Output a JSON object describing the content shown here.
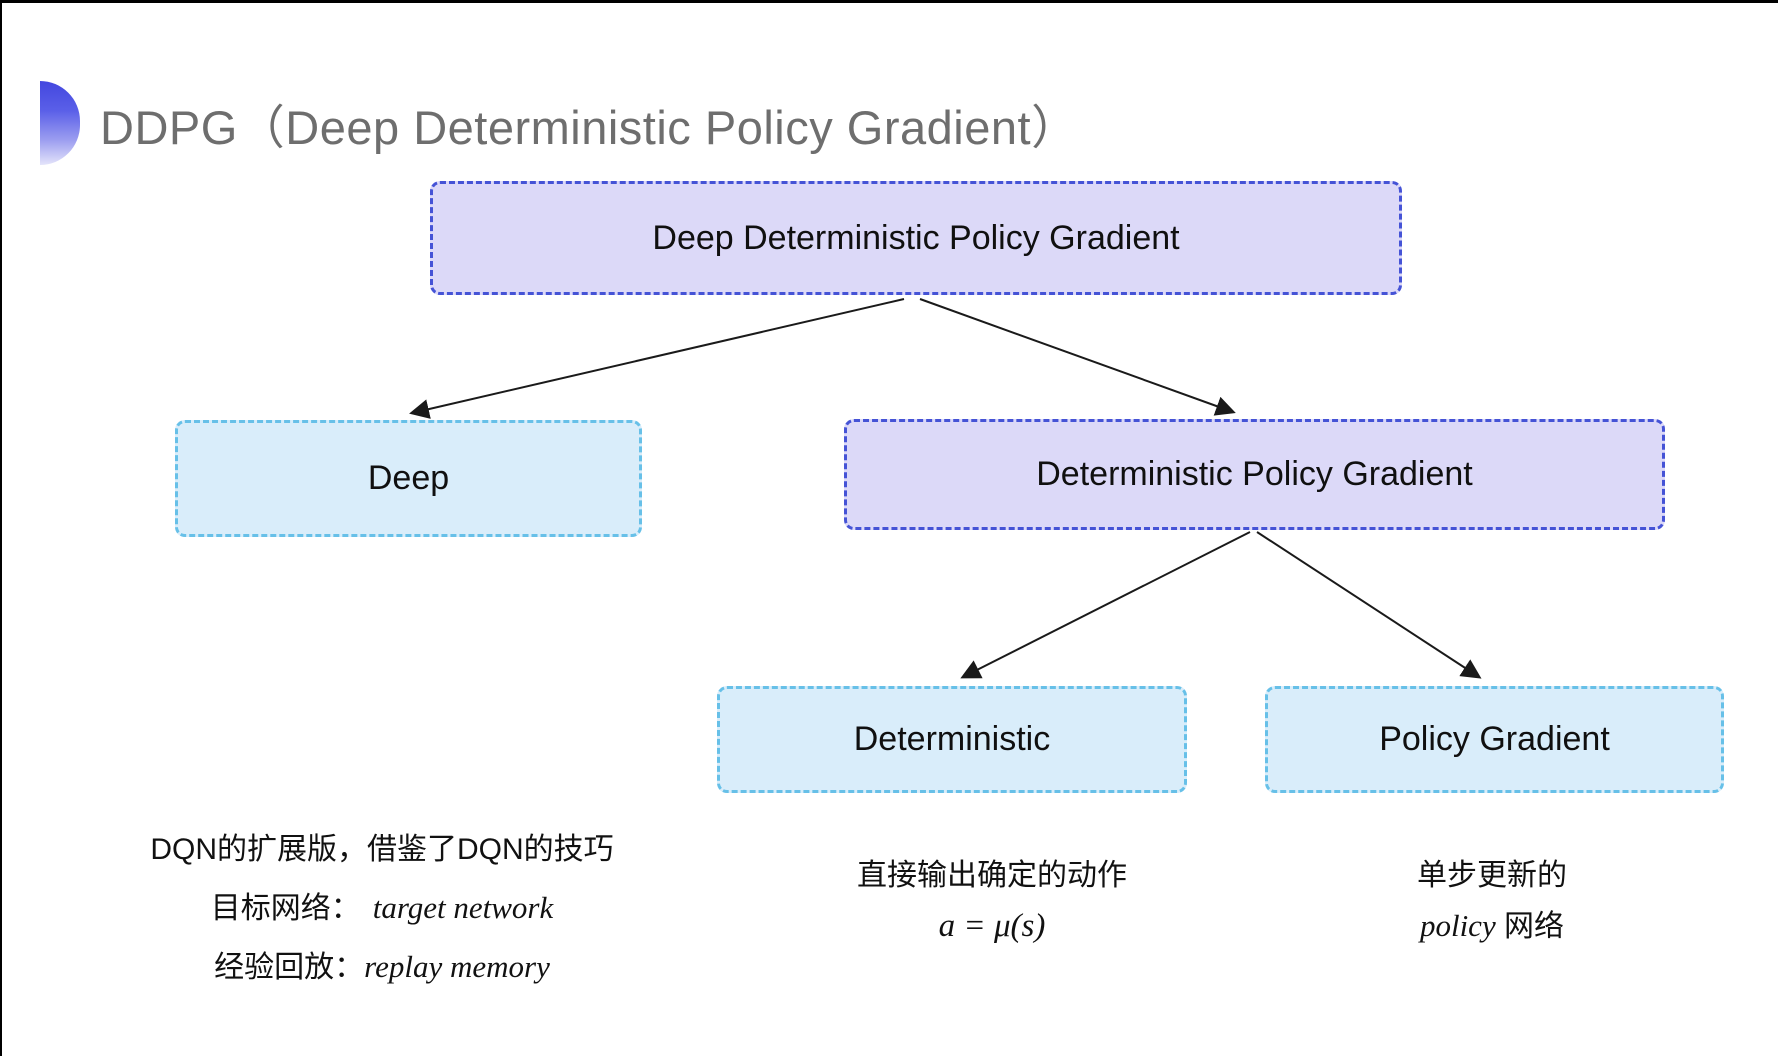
{
  "slide": {
    "title": "DDPG（Deep Deterministic Policy Gradient）"
  },
  "colors": {
    "purple_fill": "#dcd9f8",
    "purple_border": "#4553d6",
    "blue_fill": "#d9edfa",
    "blue_border": "#67c0e8",
    "title_gray": "#6e6e6e",
    "arrow": "#1a1a1a"
  },
  "tree": {
    "root": {
      "label": "Deep Deterministic Policy Gradient"
    },
    "children": [
      {
        "label": "Deep"
      },
      {
        "label": "Deterministic Policy Gradient"
      }
    ],
    "grandchildren": [
      {
        "label": "Deterministic"
      },
      {
        "label": "Policy Gradient"
      }
    ]
  },
  "notes": {
    "deep": {
      "line1": "DQN的扩展版，借鉴了DQN的技巧",
      "target_label": "目标网络：",
      "target_value": "target network",
      "replay_label": "经验回放：",
      "replay_value": "replay memory"
    },
    "deterministic": {
      "line1": "直接输出确定的动作",
      "formula": "a = μ(s)"
    },
    "policy": {
      "line1": "单步更新的",
      "word_italic": "policy",
      "word_rest": " 网络"
    }
  }
}
